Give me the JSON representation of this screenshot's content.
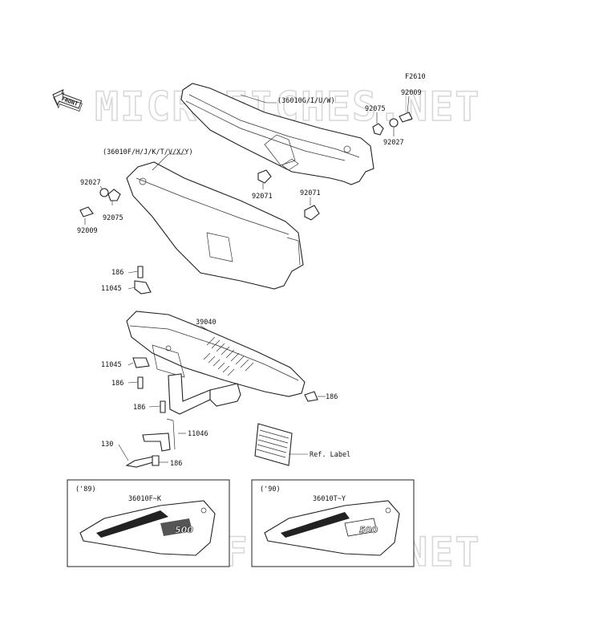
{
  "figure_id": "F2610",
  "front_badge": "FRONT",
  "watermark": "MICROFICHES.NET",
  "callouts": {
    "p36010G": "(36010G/I/U/W)",
    "p36010F": "(36010F/H/J/K/T/V/X/Y)",
    "r92009": "92009",
    "r92075": "92075",
    "r92027": "92027",
    "r92071a": "92071",
    "r92071b": "92071",
    "l92027": "92027",
    "l92075": "92075",
    "l92009": "92009",
    "c186a": "186",
    "c11045a": "11045",
    "c39040": "39040",
    "c11045b": "11045",
    "c186b": "186",
    "c186c": "186",
    "c186d": "186",
    "c11046": "11046",
    "c130": "130",
    "c186e": "186",
    "ref_label": "Ref. Label"
  },
  "insets": [
    {
      "year": "('89)",
      "part": "36010F~K",
      "badge": "500"
    },
    {
      "year": "('90)",
      "part": "36010T~Y",
      "badge": "500"
    }
  ]
}
